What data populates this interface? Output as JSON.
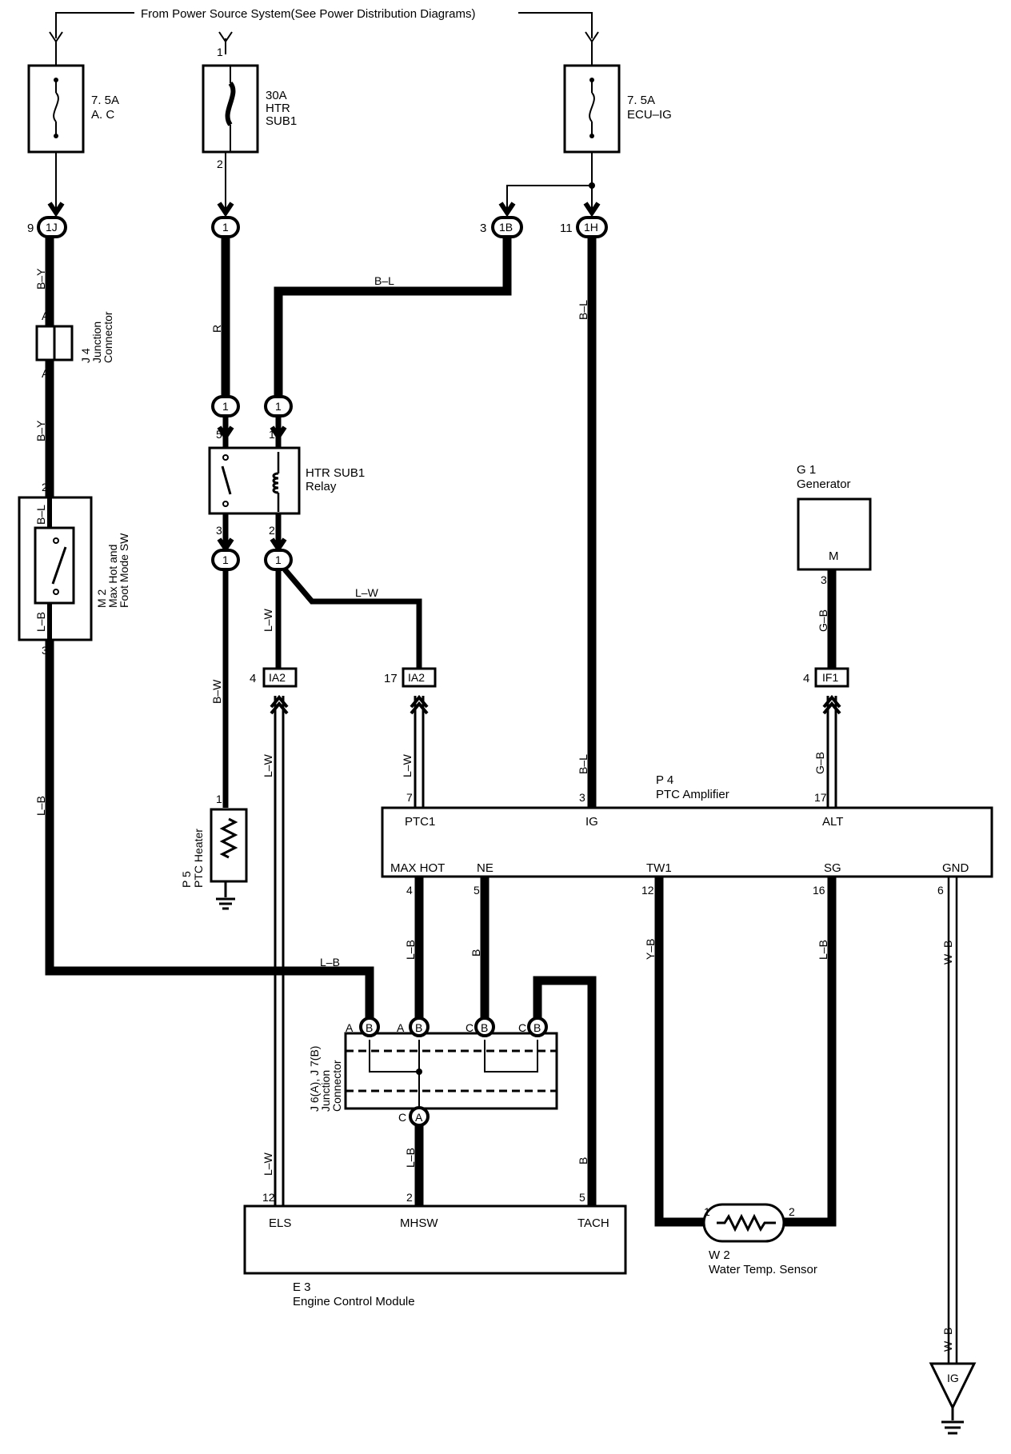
{
  "header": {
    "power_source": "From Power Source System(See Power Distribution Diagrams)"
  },
  "fuses": {
    "ac": {
      "rating": "7. 5A",
      "name": "A. C"
    },
    "htr": {
      "rating": "30A",
      "name1": "HTR",
      "name2": "SUB1",
      "pin_in": "1",
      "pin_out": "2"
    },
    "ecu": {
      "rating": "7. 5A",
      "name": "ECU–IG"
    }
  },
  "connectors": {
    "c1j": {
      "label": "1J",
      "pin": "9"
    },
    "c1_htr": {
      "label": "1"
    },
    "c1b": {
      "label": "1B",
      "pin": "3"
    },
    "c1h": {
      "label": "1H",
      "pin": "11"
    },
    "relay_top_left": {
      "label": "1",
      "pin": "5"
    },
    "relay_top_right": {
      "label": "1",
      "pin": "1"
    },
    "relay_bot_left": {
      "label": "1",
      "pin": "3"
    },
    "relay_bot_right": {
      "label": "1",
      "pin": "2"
    },
    "ia2_left": {
      "label": "IA2",
      "pin": "4"
    },
    "ia2_right": {
      "label": "IA2",
      "pin": "17"
    },
    "if1": {
      "label": "IF1",
      "pin": "4"
    }
  },
  "wire_colors": {
    "by1": "B–Y",
    "by2": "B–Y",
    "r": "R",
    "bl_top": "B–L",
    "bl_right1": "B–L",
    "bl_right2": "B–L",
    "lw1": "L–W",
    "lw2": "L–W",
    "lw3": "L–W",
    "lw4": "L–W",
    "lw5": "L–W",
    "bw": "B–W",
    "lb1": "L–B",
    "lb2": "L–B",
    "lb3": "L–B",
    "lb4": "L–B",
    "gb1": "G–B",
    "gb2": "G–B",
    "b1": "B",
    "b2": "B",
    "yb": "Y–B",
    "wb1": "W–B",
    "wb2": "W–B",
    "m2_bl": "B–L",
    "m2_lb": "L–B"
  },
  "components": {
    "j4": {
      "id": "J 4",
      "line1": "Junction",
      "line2": "Connector",
      "pin_a_top": "A",
      "pin_a_bot": "A"
    },
    "relay": {
      "line1": "HTR SUB1",
      "line2": "Relay"
    },
    "m2": {
      "id": "M 2",
      "line1": "Max Hot and",
      "line2": "Foot Mode SW",
      "pin_top": "2",
      "pin_bot": "3"
    },
    "g1": {
      "id": "G 1",
      "name": "Generator",
      "terminal": "M",
      "pin": "3"
    },
    "p5": {
      "id": "P 5",
      "name": "PTC Heater",
      "pin": "1"
    },
    "p4": {
      "id": "P 4",
      "name": "PTC Amplifier",
      "terminals_top": [
        "PTC1",
        "IG",
        "ALT"
      ],
      "pins_top": [
        "7",
        "3",
        "17"
      ],
      "terminals_bottom": [
        "MAX HOT",
        "NE",
        "TW1",
        "SG",
        "GND"
      ],
      "pins_bottom": [
        "4",
        "5",
        "12",
        "16",
        "6"
      ]
    },
    "j6j7": {
      "line0": "J 6(A), J 7(B)",
      "line1": "Junction",
      "line2": "Connector",
      "top_pins": [
        "A",
        "A",
        "C",
        "C"
      ],
      "top_letters": [
        "B",
        "B",
        "B",
        "B"
      ],
      "bot_pin": "C",
      "bot_letter": "A"
    },
    "e3": {
      "id": "E 3",
      "name": "Engine Control Module",
      "terminals": [
        "ELS",
        "MHSW",
        "TACH"
      ],
      "pins": [
        "12",
        "2",
        "5"
      ]
    },
    "w2": {
      "id": "W 2",
      "name": "Water Temp.  Sensor",
      "pin1": "1",
      "pin2": "2"
    },
    "ground": {
      "label": "IG"
    }
  }
}
